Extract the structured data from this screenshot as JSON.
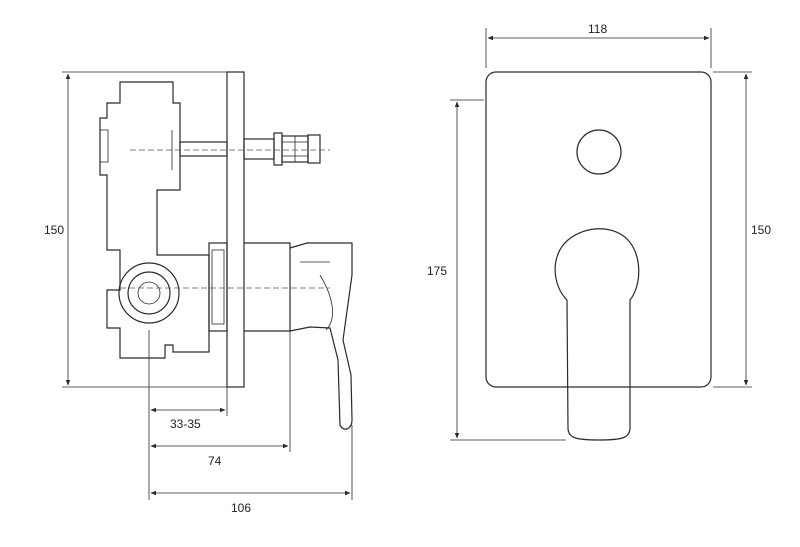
{
  "dimensions": {
    "side_height": "150",
    "depth_33_35": "33-35",
    "depth_74": "74",
    "depth_106": "106",
    "front_width": "118",
    "front_total_height": "175",
    "front_plate_height": "150"
  },
  "colors": {
    "line": "#2a2a2a",
    "background": "#ffffff"
  }
}
